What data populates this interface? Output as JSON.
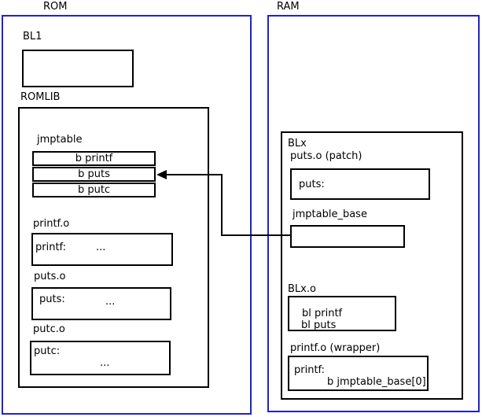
{
  "rom": {
    "label": "ROM",
    "bl1_label": "BL1",
    "romlib_label": "ROMLIB",
    "jmptable": {
      "label": "jmptable",
      "rows": [
        "b printf",
        "b puts",
        "b putc"
      ]
    },
    "printf_o": {
      "label": "printf.o",
      "symbol": "printf:",
      "body": "..."
    },
    "puts_o": {
      "label": "puts.o",
      "symbol": "puts:",
      "body": "..."
    },
    "putc_o": {
      "label": "putc.o",
      "symbol": "putc:",
      "body": "..."
    }
  },
  "ram": {
    "label": "RAM",
    "blx_label": "BLx",
    "puts_patch": {
      "label": "puts.o (patch)",
      "symbol": "puts:"
    },
    "jmptable_base_label": "jmptable_base",
    "blx_o": {
      "label": "BLx.o",
      "line1": "bl printf",
      "line2": "bl puts"
    },
    "printf_wrapper": {
      "label": "printf.o (wrapper)",
      "symbol": "printf:",
      "instruction": "b jmptable_base[0]"
    }
  },
  "colors": {
    "frame_blue": "#2222cc",
    "box_black": "#000000"
  }
}
